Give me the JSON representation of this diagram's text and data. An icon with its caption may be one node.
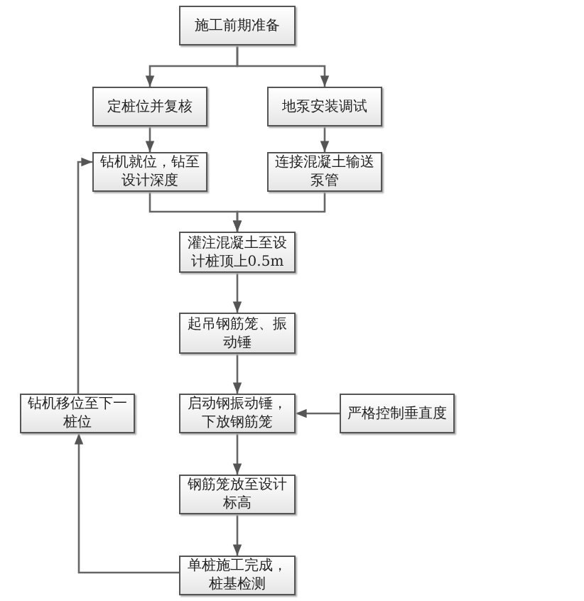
{
  "diagram": {
    "nodes": [
      {
        "text": [
          "施工前期准备"
        ]
      },
      {
        "text": [
          "定桩位并复核"
        ]
      },
      {
        "text": [
          "地泵安装调试"
        ]
      },
      {
        "text": [
          "钻机就位，钻至设计深度"
        ]
      },
      {
        "text": [
          "连接混凝土输送泵管"
        ]
      },
      {
        "text": [
          "灌注混凝土至设计桩顶上0.5m"
        ]
      },
      {
        "text": [
          "起吊钢筋笼、振动锤"
        ]
      },
      {
        "text": [
          "启动钢振动锤，下放钢筋笼"
        ]
      },
      {
        "text": [
          "严格控制垂直度"
        ]
      },
      {
        "text": [
          "钻机移位至下一桩位"
        ]
      },
      {
        "text": [
          "钢筋笼放至设计标高"
        ]
      },
      {
        "text": [
          "单桩施工完成，桩基检测"
        ]
      }
    ],
    "edges": [
      {
        "from": 0,
        "to": 1,
        "arrow": "to"
      },
      {
        "from": 0,
        "to": 2,
        "arrow": "to"
      },
      {
        "from": 1,
        "to": 3,
        "arrow": "to"
      },
      {
        "from": 2,
        "to": 4,
        "arrow": "to"
      },
      {
        "from": 3,
        "to": 5,
        "arrow": "to"
      },
      {
        "from": 4,
        "to": 5,
        "arrow": "to"
      },
      {
        "from": 5,
        "to": 6,
        "arrow": "to"
      },
      {
        "from": 6,
        "to": 7,
        "arrow": "to"
      },
      {
        "from": 8,
        "to": 7,
        "arrow": "to"
      },
      {
        "from": 7,
        "to": 10,
        "arrow": "to"
      },
      {
        "from": 10,
        "to": 11,
        "arrow": "to"
      },
      {
        "from": 11,
        "to": 9,
        "arrow": "to"
      },
      {
        "from": 9,
        "to": 3,
        "arrow": "to"
      }
    ]
  }
}
